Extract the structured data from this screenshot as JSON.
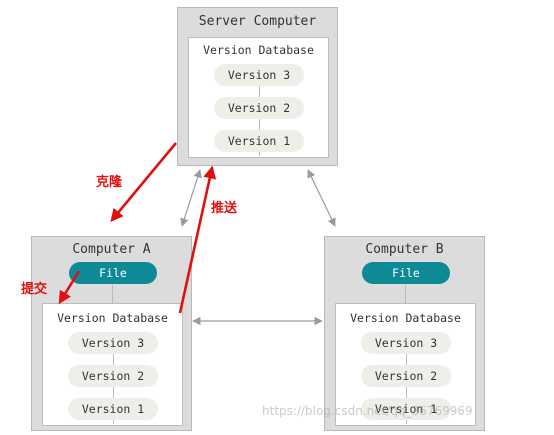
{
  "server": {
    "title": "Server Computer",
    "db_title": "Version Database",
    "versions": [
      "Version 3",
      "Version 2",
      "Version 1"
    ]
  },
  "computer_a": {
    "title": "Computer A",
    "file_label": "File",
    "db_title": "Version Database",
    "versions": [
      "Version 3",
      "Version 2",
      "Version 1"
    ]
  },
  "computer_b": {
    "title": "Computer B",
    "file_label": "File",
    "db_title": "Version Database",
    "versions": [
      "Version 3",
      "Version 2",
      "Version 1"
    ]
  },
  "annotations": {
    "clone": "克隆",
    "push": "推送",
    "commit": "提交"
  },
  "watermark": "https://blog.csdn.net/qq_36769969",
  "colors": {
    "panel": "#dcdcdc",
    "file_pill": "#0d8a95",
    "version_pill": "#efefe9",
    "annotation": "#e01010"
  }
}
